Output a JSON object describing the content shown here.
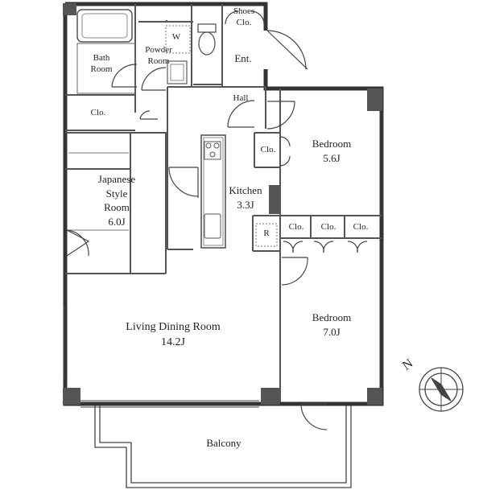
{
  "rooms": {
    "bath": {
      "name": "Bath",
      "name2": "Room"
    },
    "powder": {
      "name": "Powder",
      "name2": "Room"
    },
    "w_mark": "W",
    "shoes_clo": {
      "name": "Shoes",
      "name2": "Clo."
    },
    "entrance": {
      "name": "Ent."
    },
    "hall": {
      "name": "Hall"
    },
    "clo_left": {
      "name": "Clo."
    },
    "japanese": {
      "line1": "Japanese",
      "line2": "Style",
      "line3": "Room",
      "size": "6.0J"
    },
    "kitchen": {
      "name": "Kitchen",
      "size": "3.3J"
    },
    "fridge_mark": "R",
    "clo_kitchen": {
      "name": "Clo."
    },
    "bedroom_top": {
      "name": "Bedroom",
      "size": "5.6J"
    },
    "clo_row": [
      "Clo.",
      "Clo.",
      "Clo."
    ],
    "living": {
      "name": "Living Dining Room",
      "size": "14.2J"
    },
    "bedroom_bottom": {
      "name": "Bedroom",
      "size": "7.0J"
    },
    "balcony": {
      "name": "Balcony"
    }
  },
  "compass": {
    "north_label": "N"
  }
}
